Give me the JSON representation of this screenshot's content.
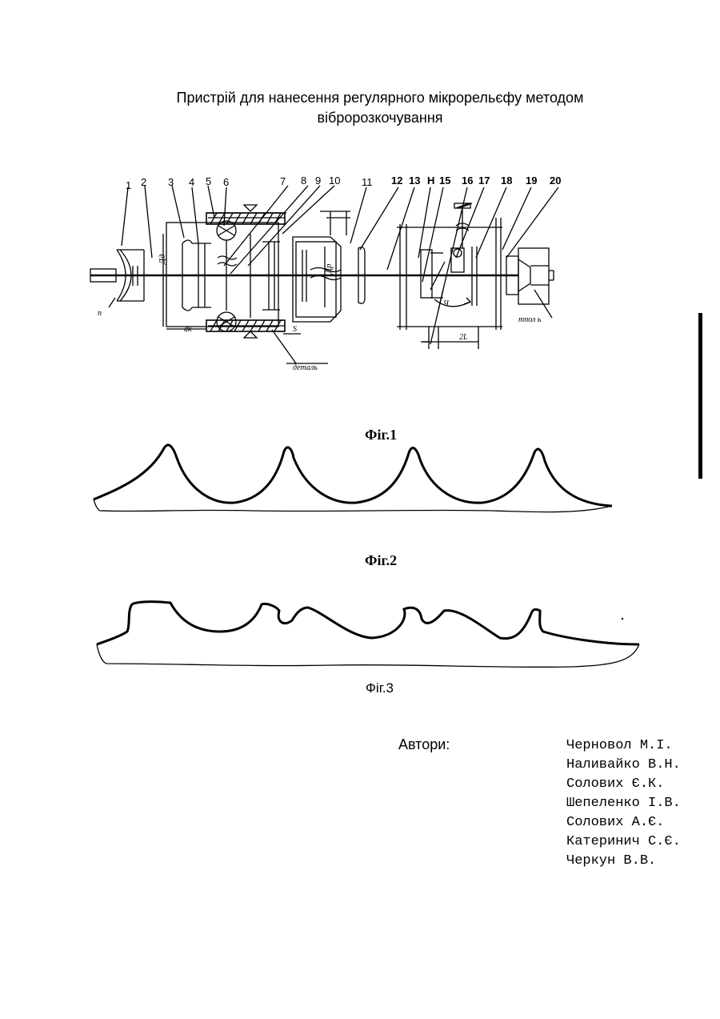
{
  "title": {
    "line1": "Пристрій для нанесення регулярного мікрорельєфу методом",
    "line2": "вібророзкочування"
  },
  "figure1": {
    "callouts_regular": [
      "1",
      "2",
      "3",
      "4",
      "5",
      "6",
      "7",
      "8",
      "9",
      "10",
      "11"
    ],
    "callouts_bold": [
      "12",
      "13",
      "Н",
      "15",
      "16",
      "17",
      "18",
      "19",
      "20"
    ],
    "labels": {
      "detail": "деталь",
      "tool": "тпол ь",
      "length": "2L",
      "s": "S",
      "n": "n",
      "dq": "Дд",
      "dp": "Др",
      "dk": "dк",
      "phi": "Ч"
    },
    "caption": "Фіг.1"
  },
  "figure2": {
    "caption": "Фіг.2"
  },
  "figure3": {
    "caption": "Фіг.3"
  },
  "authors": {
    "label": "Автори:",
    "names": [
      "Черновол М.І.",
      "Наливайко В.Н.",
      "Солових Є.К.",
      "Шепеленко І.В.",
      "Солових А.Є.",
      "Катеринич С.Є.",
      "Черкун В.В."
    ]
  }
}
